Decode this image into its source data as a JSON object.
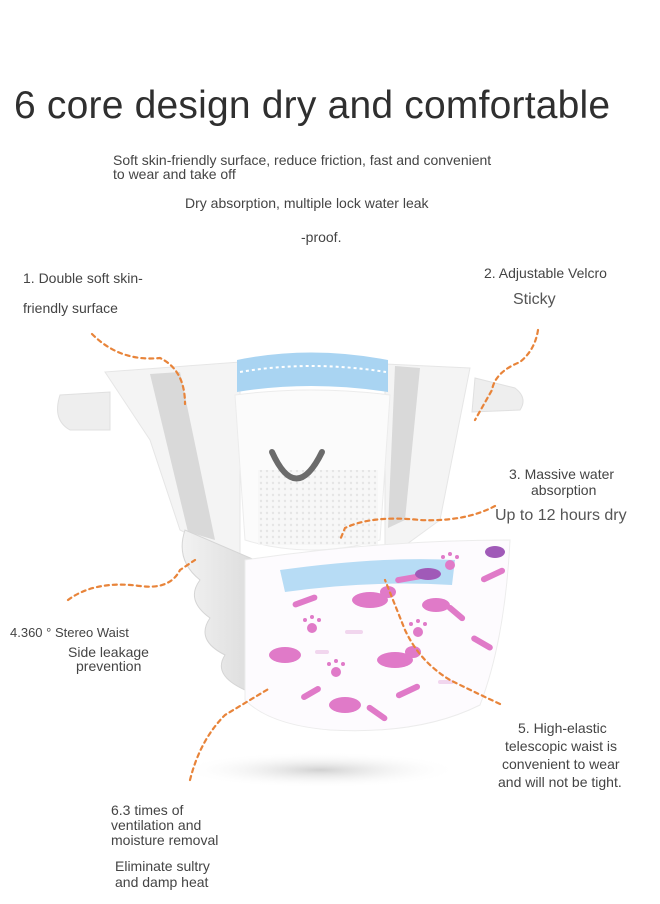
{
  "title": "6 core design dry and comfortable",
  "subtitle": {
    "line1": "Soft skin-friendly surface, reduce friction, fast and convenient",
    "line2": "to wear and take off",
    "line3": "Dry absorption, multiple lock water leak",
    "line4": "-proof."
  },
  "features": {
    "f1": {
      "line1": "1. Double soft skin-",
      "line2": "friendly surface"
    },
    "f2": {
      "line1": "2. Adjustable Velcro",
      "line2": "Sticky"
    },
    "f3": {
      "line1": "3. Massive water",
      "line2": "absorption",
      "line3": "Up to 12 hours dry"
    },
    "f4": {
      "line1": "4.360 ° Stereo Waist",
      "line2": "Side leakage",
      "line3": "prevention"
    },
    "f5": {
      "line1": "5. High-elastic",
      "line2": "telescopic waist is",
      "line3": "convenient to wear",
      "line4": "and will not be tight."
    },
    "f6": {
      "line1": "6.3 times of",
      "line2": "ventilation and",
      "line3": "moisture removal",
      "line4": "Eliminate sultry",
      "line5": "and damp heat"
    }
  },
  "colors": {
    "callout_line": "#e8843a",
    "pattern_pink": "#e07ac8",
    "pattern_purple": "#a05ab8",
    "waistband_blue": "#a9d4f2"
  }
}
